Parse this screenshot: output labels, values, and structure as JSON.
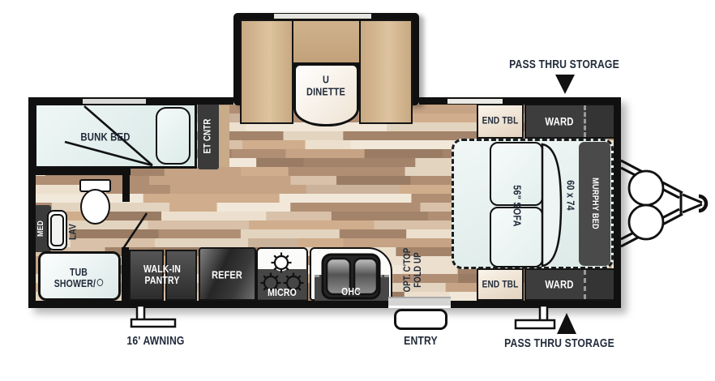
{
  "callouts": {
    "pass_thru_storage_top": "PASS THRU STORAGE",
    "pass_thru_storage_bottom": "PASS THRU STORAGE",
    "awning": "16' AWNING",
    "entry": "ENTRY"
  },
  "furniture": {
    "bunk_bed": "BUNK BED",
    "et_cntr": "ET CNTR",
    "dinette_line1": "U",
    "dinette_line2": "DINETTE",
    "end_tbl_top": "END TBL",
    "ward_top": "WARD",
    "end_tbl_bottom": "END TBL",
    "ward_bottom": "WARD",
    "murphy_bed": "MURPHY BED",
    "murphy_bed_size": "60 x 74",
    "sofa": "56\" SOFA",
    "med": "MED",
    "lav": "LAV",
    "tub_line1": "TUB",
    "tub_line2": "SHOWER/",
    "pantry_line1": "WALK-IN",
    "pantry_line2": "PANTRY",
    "refer": "REFER",
    "micro": "MICRO",
    "ohc": "OHC",
    "opt_ctop_line1": "OPT. C'TOP",
    "opt_ctop_line2": "FOLD UP"
  },
  "colors": {
    "wall": "#101010",
    "label_text": "#212b3a",
    "cabinet_dark": "#3d3d3d",
    "bed_fill_light": "#eaf3f2",
    "bench_tan": "#cdb18c",
    "end_table_cream": "#f1e6d4",
    "floor_palette": [
      "#ecdfcd",
      "#d8c1a8",
      "#c5a384",
      "#b08e74",
      "#e3d4c0",
      "#a3846a",
      "#cbb29a",
      "#f1e8da",
      "#997c63",
      "#d0ad8c"
    ]
  }
}
